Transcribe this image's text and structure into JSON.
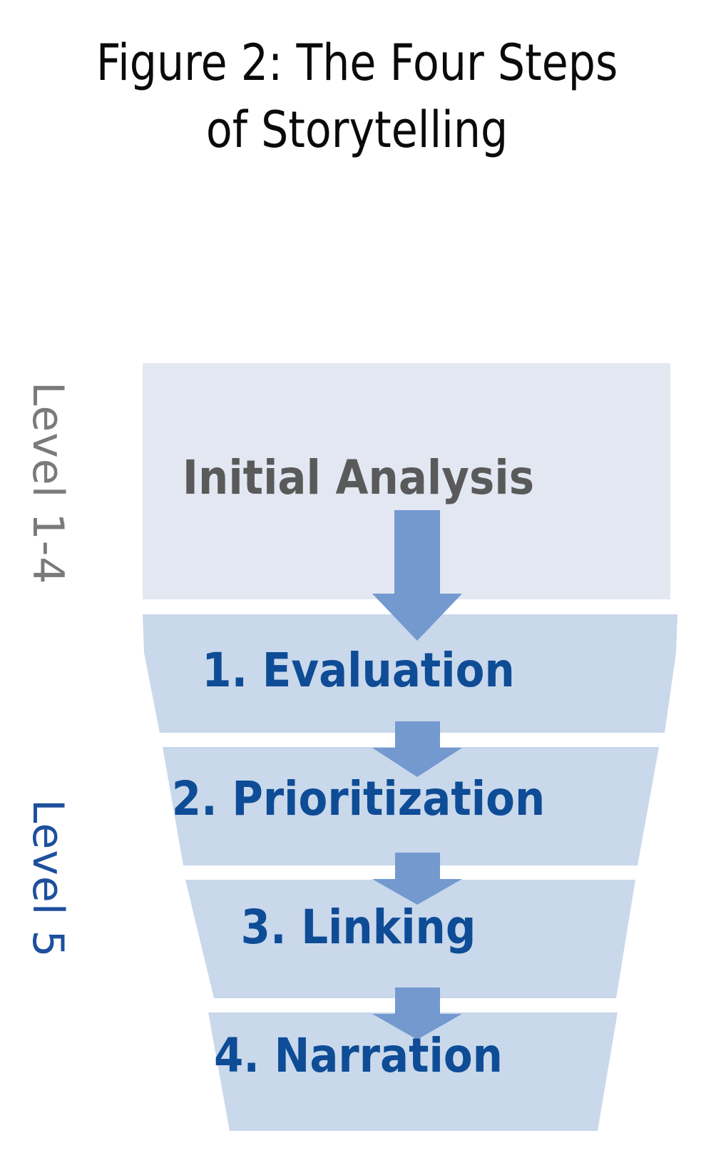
{
  "figure": {
    "title_line1": "Figure 2: The Four Steps",
    "title_line2": "of Storytelling"
  },
  "side_labels": {
    "upper": "Level 1-4",
    "lower": "Level 5"
  },
  "initial_stage": {
    "label": "Initial Analysis"
  },
  "steps": [
    {
      "number": "1.",
      "name": "Evaluation",
      "label": "1. Evaluation"
    },
    {
      "number": "2.",
      "name": "Prioritization",
      "label": "2. Prioritization"
    },
    {
      "number": "3.",
      "name": "Linking",
      "label": "3. Linking"
    },
    {
      "number": "4.",
      "name": "Narration",
      "label": "4. Narration"
    }
  ],
  "colors": {
    "initial_box_fill": "#E2E7F2",
    "step_band_fill": "#C9D8EB",
    "arrow_fill": "#7399CF",
    "initial_text": "#5A5A5A",
    "step_text": "#0E4C96",
    "upper_label": "#7A7A7A",
    "lower_label": "#1D4F9C",
    "title_text": "#0A0A0A"
  }
}
